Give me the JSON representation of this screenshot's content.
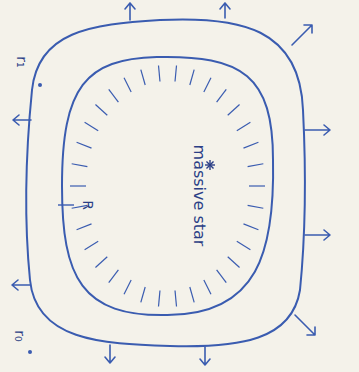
{
  "diagram": {
    "nodes": [
      {
        "text": [
          "massive star"
        ]
      }
    ],
    "labels": [
      "r₁",
      "r₀",
      "R"
    ]
  }
}
